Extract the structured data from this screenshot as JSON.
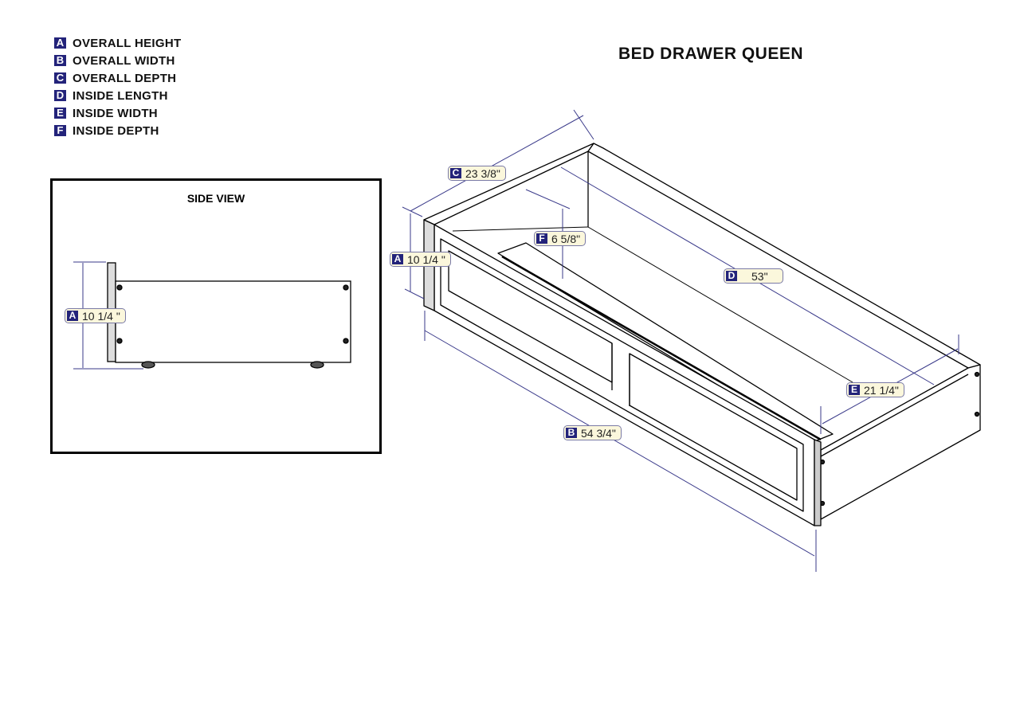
{
  "legend": [
    {
      "letter": "A",
      "label": "OVERALL HEIGHT"
    },
    {
      "letter": "B",
      "label": "OVERALL WIDTH"
    },
    {
      "letter": "C",
      "label": "OVERALL DEPTH"
    },
    {
      "letter": "D",
      "label": "INSIDE LENGTH"
    },
    {
      "letter": "E",
      "label": "INSIDE WIDTH"
    },
    {
      "letter": "F",
      "label": "INSIDE DEPTH"
    }
  ],
  "title": "BED DRAWER QUEEN",
  "side_view": {
    "title": "SIDE VIEW",
    "dim_letter": "A",
    "dim_value": "10 1/4 \""
  },
  "dimensions": {
    "A": {
      "letter": "A",
      "value": "10 1/4 \""
    },
    "B": {
      "letter": "B",
      "value": "54 3/4\""
    },
    "C": {
      "letter": "C",
      "value": "23 3/8\""
    },
    "D": {
      "letter": "D",
      "value": "53\""
    },
    "E": {
      "letter": "E",
      "value": "21 1/4\""
    },
    "F": {
      "letter": "F",
      "value": "6 5/8\""
    }
  },
  "colors": {
    "accent": "#23237a",
    "label_bg": "#fbf7dc",
    "dim_line": "#3a3a8a"
  }
}
